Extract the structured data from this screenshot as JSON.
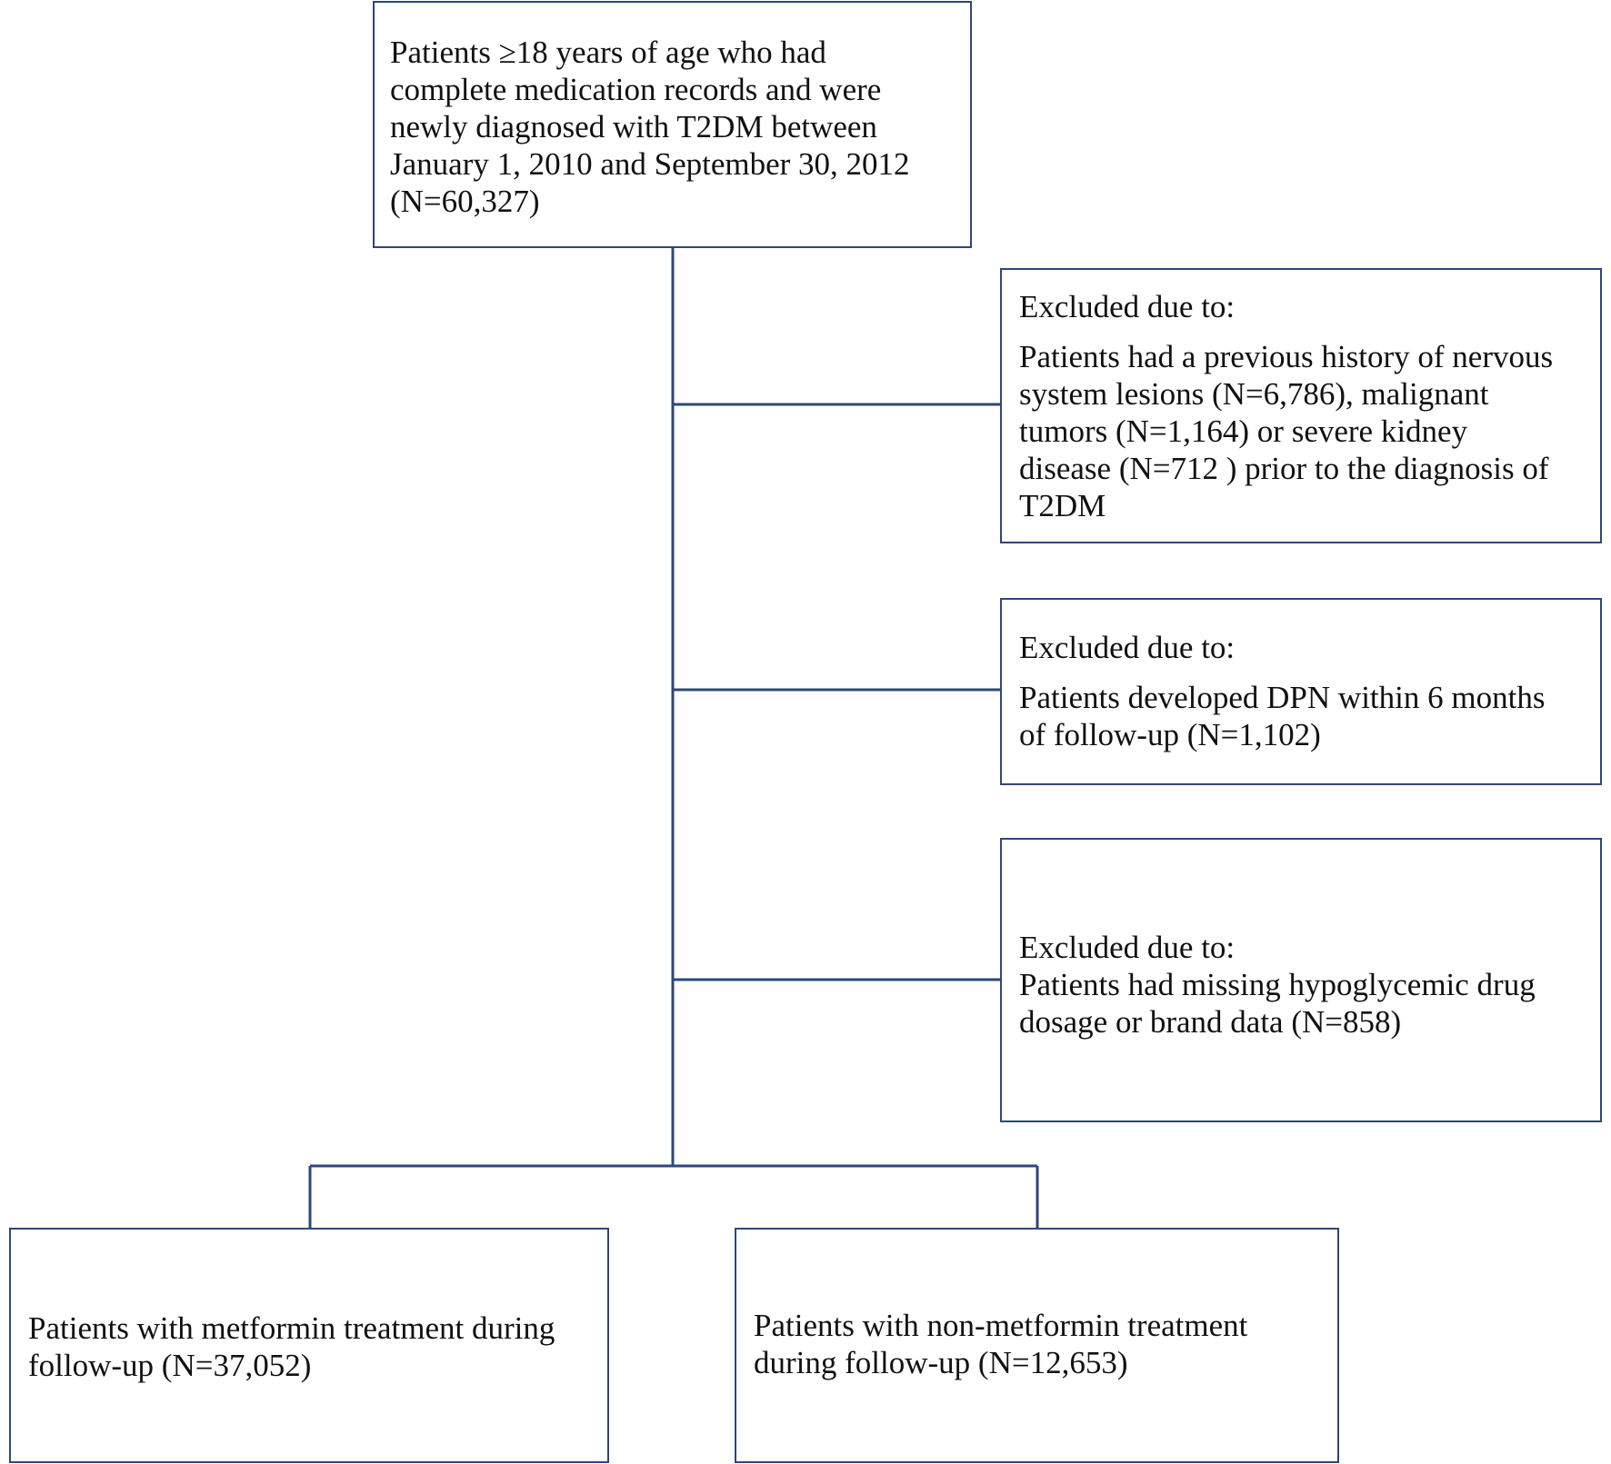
{
  "flowchart": {
    "start": {
      "lines": [
        "Patients ≥18 years of age who had",
        "complete medication records and were",
        "newly diagnosed with T2DM between",
        "January 1, 2010 and September 30, 2012",
        "(N=60,327)"
      ]
    },
    "exclusion_1": {
      "heading": "Excluded due to:",
      "lines": [
        "Patients had a previous history of nervous",
        "system lesions (N=6,786), malignant",
        "tumors (N=1,164) or severe kidney",
        "disease (N=712 ) prior to the diagnosis of",
        "T2DM"
      ]
    },
    "exclusion_2": {
      "heading": "Excluded due to:",
      "lines": [
        "Patients developed DPN within 6 months",
        "of follow-up (N=1,102)"
      ]
    },
    "exclusion_3": {
      "heading": "Excluded due to:",
      "lines": [
        "Patients had missing hypoglycemic drug",
        "dosage or brand data (N=858)"
      ]
    },
    "outcome_metformin": {
      "lines": [
        "Patients with metformin treatment during",
        "follow-up (N=37,052)"
      ]
    },
    "outcome_non_metformin": {
      "lines": [
        "Patients with non-metformin treatment",
        "during follow-up (N=12,653)"
      ]
    }
  },
  "colors": {
    "connector": "#2f4778",
    "box_border": "#2f4778",
    "text": "#111111"
  }
}
